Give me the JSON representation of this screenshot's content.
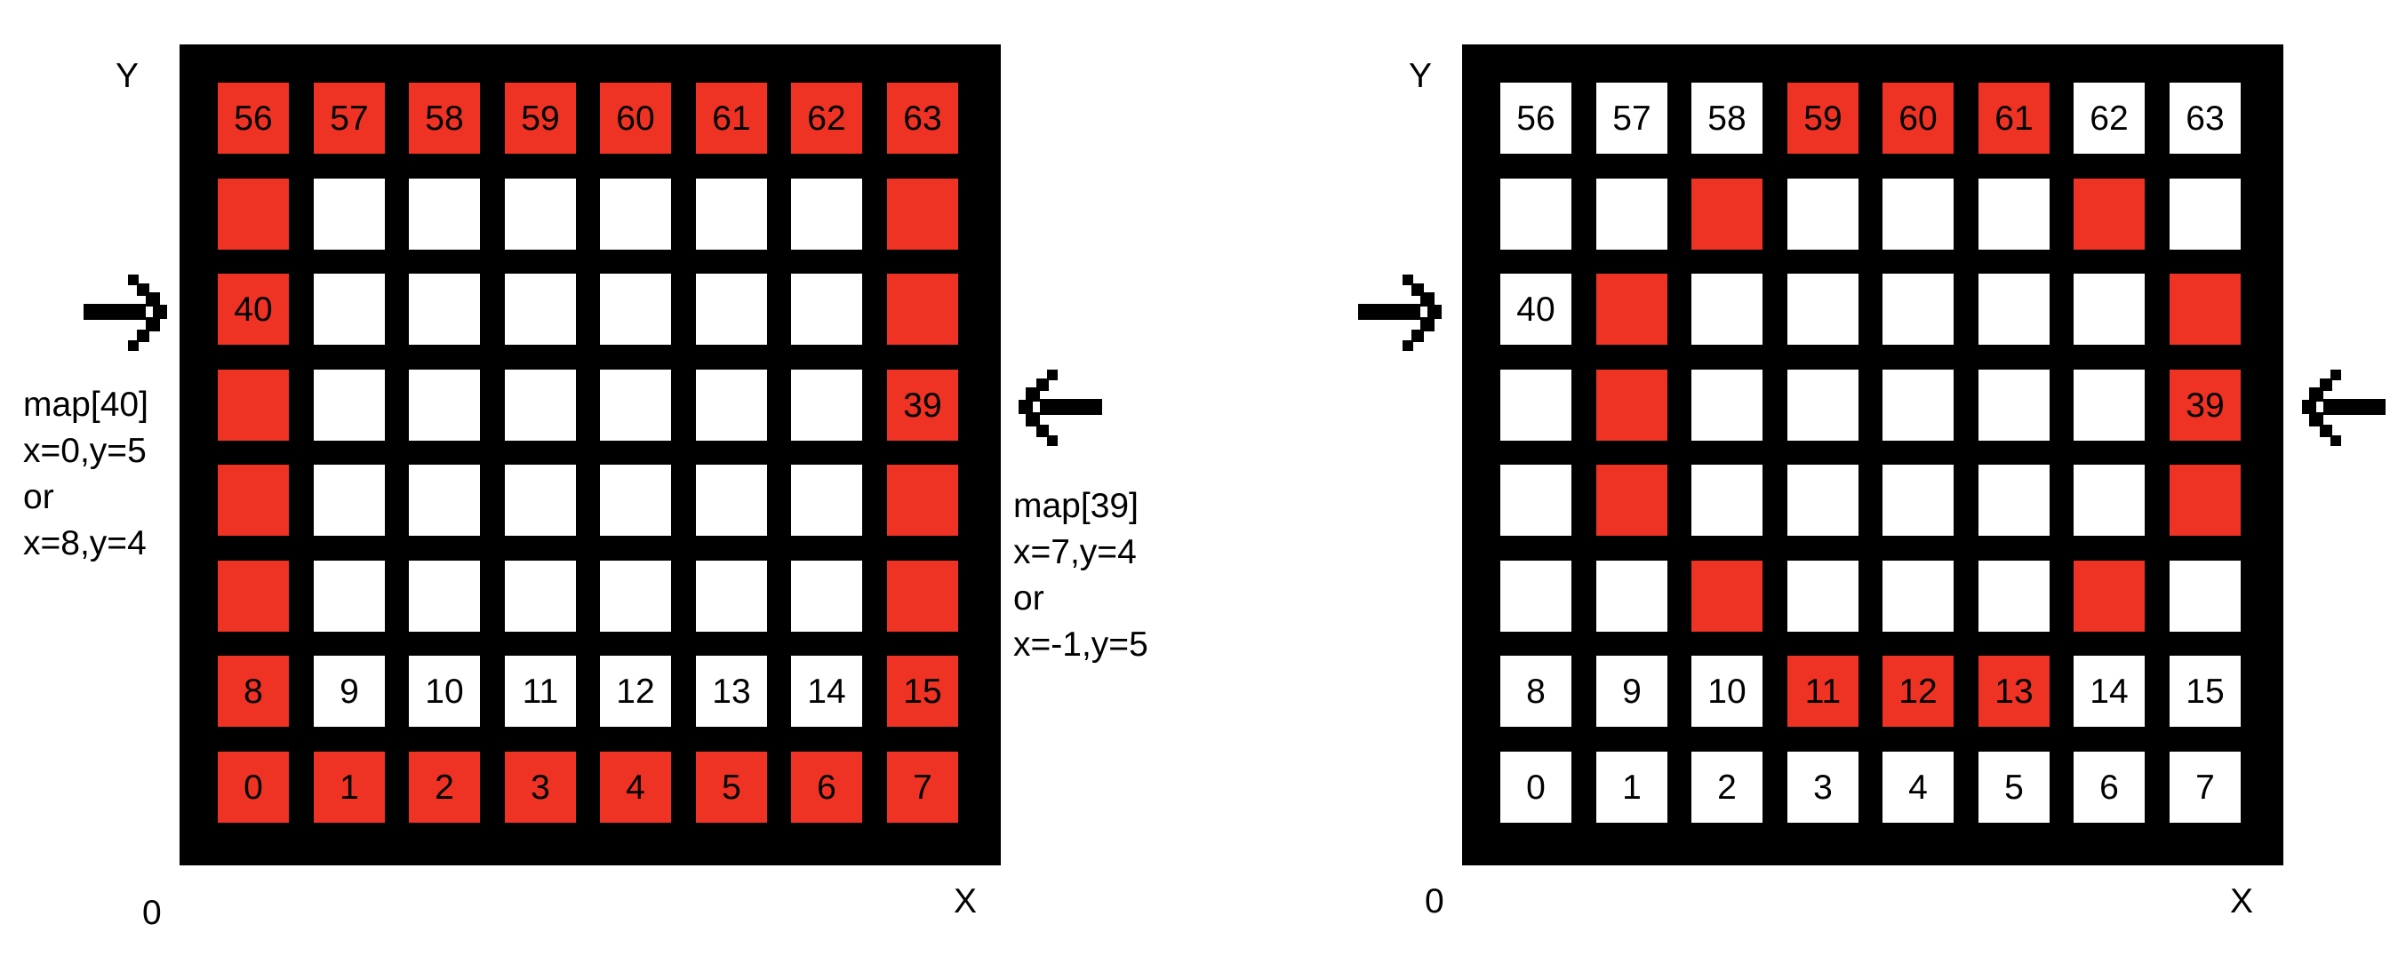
{
  "colors": {
    "grid": "#000000",
    "red": "#ee3224",
    "white": "#ffffff"
  },
  "left": {
    "y_label": "Y",
    "x_label": "X",
    "origin_label": "0",
    "red": [
      56,
      57,
      58,
      59,
      60,
      61,
      62,
      63,
      48,
      55,
      40,
      47,
      32,
      39,
      24,
      31,
      16,
      23,
      8,
      15,
      0,
      1,
      2,
      3,
      4,
      5,
      6,
      7
    ],
    "numbered": [
      56,
      57,
      58,
      59,
      60,
      61,
      62,
      63,
      40,
      39,
      8,
      9,
      10,
      11,
      12,
      13,
      14,
      15,
      0,
      1,
      2,
      3,
      4,
      5,
      6,
      7
    ],
    "note_left": [
      "map[40]",
      "x=0,y=5",
      "or",
      "x=8,y=4"
    ],
    "note_right": [
      "map[39]",
      "x=7,y=4",
      "or",
      "x=-1,y=5"
    ],
    "arrow_left_icon": "right-arrow-icon",
    "arrow_right_icon": "left-arrow-icon"
  },
  "right": {
    "y_label": "Y",
    "x_label": "X",
    "origin_label": "0",
    "red": [
      59,
      60,
      61,
      50,
      54,
      41,
      47,
      33,
      39,
      25,
      31,
      18,
      22,
      11,
      12,
      13
    ],
    "numbered": [
      56,
      57,
      58,
      59,
      60,
      61,
      62,
      63,
      40,
      39,
      8,
      9,
      10,
      11,
      12,
      13,
      14,
      15,
      0,
      1,
      2,
      3,
      4,
      5,
      6,
      7
    ],
    "arrow_left_icon": "right-arrow-icon",
    "arrow_right_icon": "left-arrow-icon"
  }
}
